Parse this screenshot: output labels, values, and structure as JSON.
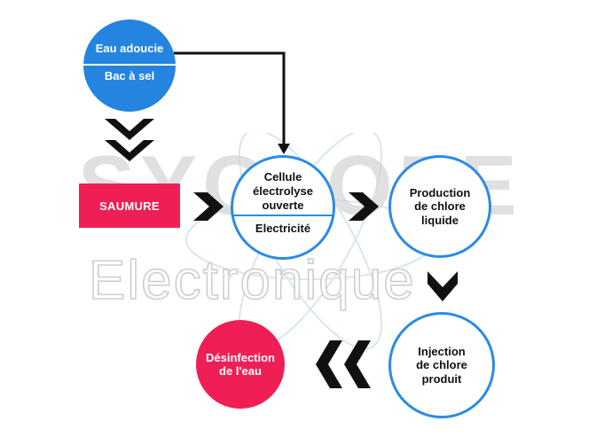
{
  "watermark": {
    "title": "SYCLOPE",
    "subtitle": "Electronique"
  },
  "nodes": {
    "source_top": "Eau adoucie",
    "source_bottom": "Bac à sel",
    "saumure": "SAUMURE",
    "cell_line1": "Cellule",
    "cell_line2": "électrolyse",
    "cell_line3": "ouverte",
    "cell_bottom": "Electricité",
    "production_line1": "Production",
    "production_line2": "de chlore",
    "production_line3": "liquide",
    "injection_line1": "Injection",
    "injection_line2": "de chlore",
    "injection_line3": "produit",
    "disinfection_line1": "Désinfection",
    "disinfection_line2": "de l'eau"
  },
  "colors": {
    "blue": "#2484e0",
    "blue_outline": "#2b8be6",
    "red": "#ef1f55",
    "arrow": "#111111",
    "watermark": "#d6d6d6"
  },
  "icons": {
    "down_double_chevron": "double-chevron-down",
    "right_chevron": "chevron-right",
    "down_chevron": "chevron-down",
    "left_double_chevron": "double-chevron-left",
    "atom_watermark": "atom"
  }
}
